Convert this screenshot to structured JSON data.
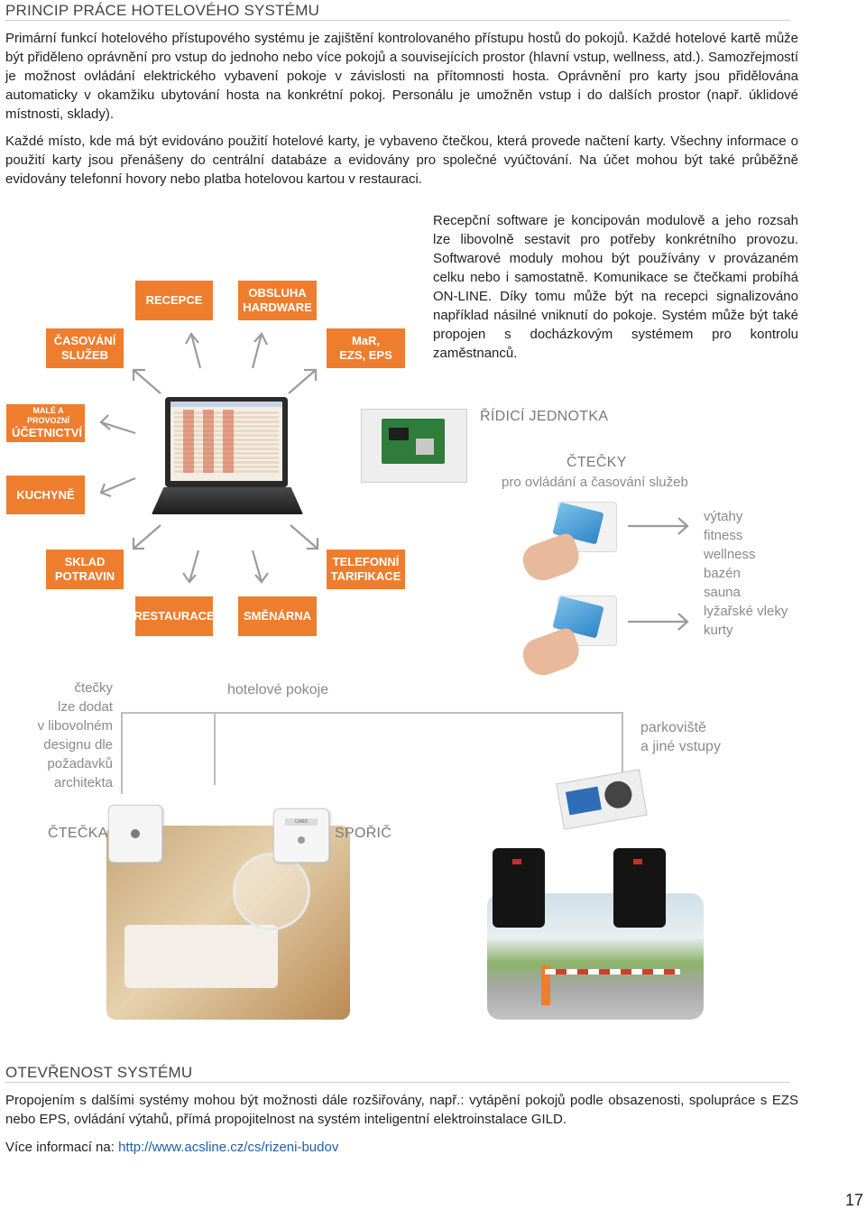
{
  "section1": {
    "heading": "PRINCIP PRÁCE HOTELOVÉHO SYSTÉMU",
    "para1": "Primární funkcí hotelového přístupového systému je zajištění kontrolovaného přístupu hostů do pokojů. Každé hotelové kartě může být přiděleno oprávnění pro vstup do jednoho nebo více pokojů a souvisejících prostor (hlavní vstup, wellness, atd.). Samozřejmostí je možnost ovládání elektrického vybavení pokoje v závislosti na přítomnosti hosta. Oprávnění pro karty jsou přidělována automaticky v okamžiku ubytování hosta na konkrétní pokoj. Personálu je umožněn vstup i do dalších prostor (např. úklidové místnosti, sklady).",
    "para2": "Každé místo, kde má být evidováno použití hotelové karty, je vybaveno čtečkou, která provede načtení karty. Všechny informace o použití karty jsou přenášeny do centrální databáze a evidovány pro společné vyúčtování. Na účet mohou být také průběžně evidovány telefonní hovory nebo platba hotelovou kartou v restauraci."
  },
  "side_text": "Recepční software je koncipován modulově a jeho rozsah lze libovolně sestavit pro potřeby konkrétního provozu. Softwarové moduly mohou být používány v provázaném celku nebo i samostatně. Komunikace se čtečkami probíhá ON-LINE. Díky tomu může být na recepci signalizováno například násilné vniknutí do pokoje. Systém může být také propojen s docházkovým systémem pro kontrolu zaměstnanců.",
  "modules": {
    "casovani": [
      "ČASOVÁNÍ",
      "SLUŽEB"
    ],
    "recepce": "RECEPCE",
    "obsluha": [
      "OBSLUHA",
      "HARDWARE"
    ],
    "mar": [
      "MaR,",
      "EZS, EPS"
    ],
    "ucetnictvi_small": "MALÉ A PROVOZNÍ",
    "ucetnictvi": "ÚČETNICTVÍ",
    "kuchyne": "KUCHYNĚ",
    "sklad": [
      "SKLAD",
      "POTRAVIN"
    ],
    "telefonni": [
      "TELEFONNÍ",
      "TARIFIKACE"
    ],
    "restaurace": "RESTAURACE",
    "smenarna": "SMĚNÁRNA"
  },
  "ridici_jednotka": "ŘÍDICÍ JEDNOTKA",
  "ctecky_title": "ČTEČKY",
  "ctecky_sub": "pro ovládání a časování služeb",
  "services": [
    "výtahy",
    "fitness",
    "wellness",
    "bazén",
    "sauna",
    "lyžařské vleky",
    "kurty"
  ],
  "readers_note": [
    "čtečky",
    "lze dodat",
    "v libovolném",
    "designu dle",
    "požadavků",
    "architekta"
  ],
  "hotelove_pokoje": "hotelové pokoje",
  "parkoviste": [
    "parkoviště",
    "a jiné vstupy"
  ],
  "ctecka_label": "ČTEČKA",
  "sporic_label": "SPOŘIČ",
  "card_label": "CARD",
  "section2": {
    "heading": "OTEVŘENOST SYSTÉMU",
    "para": "Propojením s dalšími systémy mohou být možnosti dále rozšiřovány, např.: vytápění pokojů podle obsazenosti, spolupráce s EZS nebo EPS, ovládání výtahů, přímá propojitelnost na systém inteligentní elektroinstalace GILD.",
    "more_prefix": "Více informací na: ",
    "more_link": "http://www.acsline.cz/cs/rizeni-budov"
  },
  "page_number": "17",
  "colors": {
    "accent": "#ee7d2e",
    "gray_text": "#8a8a8a",
    "link": "#1f5fa8"
  }
}
